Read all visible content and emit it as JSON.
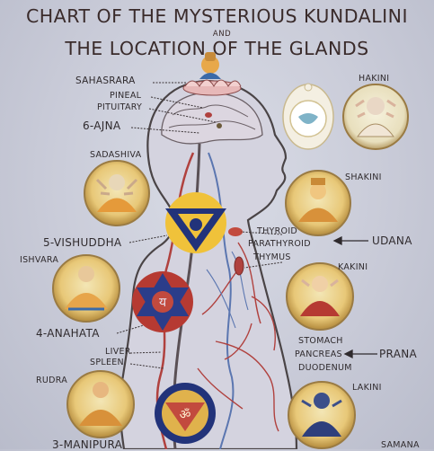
{
  "title": {
    "line1": "CHART OF THE MYSTERIOUS KUNDALINI",
    "connector": "AND",
    "line2": "THE LOCATION OF THE GLANDS"
  },
  "left_labels": {
    "sahasrara": "SAHASRARA",
    "pineal": "PINEAL",
    "pituitary": "PITUITARY",
    "ajna": "6-AJNA",
    "sadashiva": "SADASHIVA",
    "vishuddha": "5-VISHUDDHA",
    "ishvara": "ISHVARA",
    "anahata": "4-ANAHATA",
    "liver": "LIVER",
    "spleen": "SPLEEN",
    "rudra": "RUDRA",
    "manipura": "3-MANIPURA"
  },
  "right_labels": {
    "hakini": "HAKINI",
    "shakini": "SHAKINI",
    "thyroid": "THYROID",
    "parathyroid": "PARATHYROID",
    "thymus": "THYMUS",
    "udana": "UDANA",
    "kakini": "KAKINI",
    "stomach": "STOMACH",
    "pancreas": "PANCREAS",
    "duodenum": "DUODENUM",
    "prana": "PRANA",
    "lakini": "LAKINI",
    "samana": "SAMANA"
  },
  "colors": {
    "background": "#cfd1dd",
    "outline": "#4a4446",
    "artery": "#b0413e",
    "chakra_blue": "#22337a",
    "chakra_red": "#b63a32",
    "gold": "#d8a83a"
  }
}
